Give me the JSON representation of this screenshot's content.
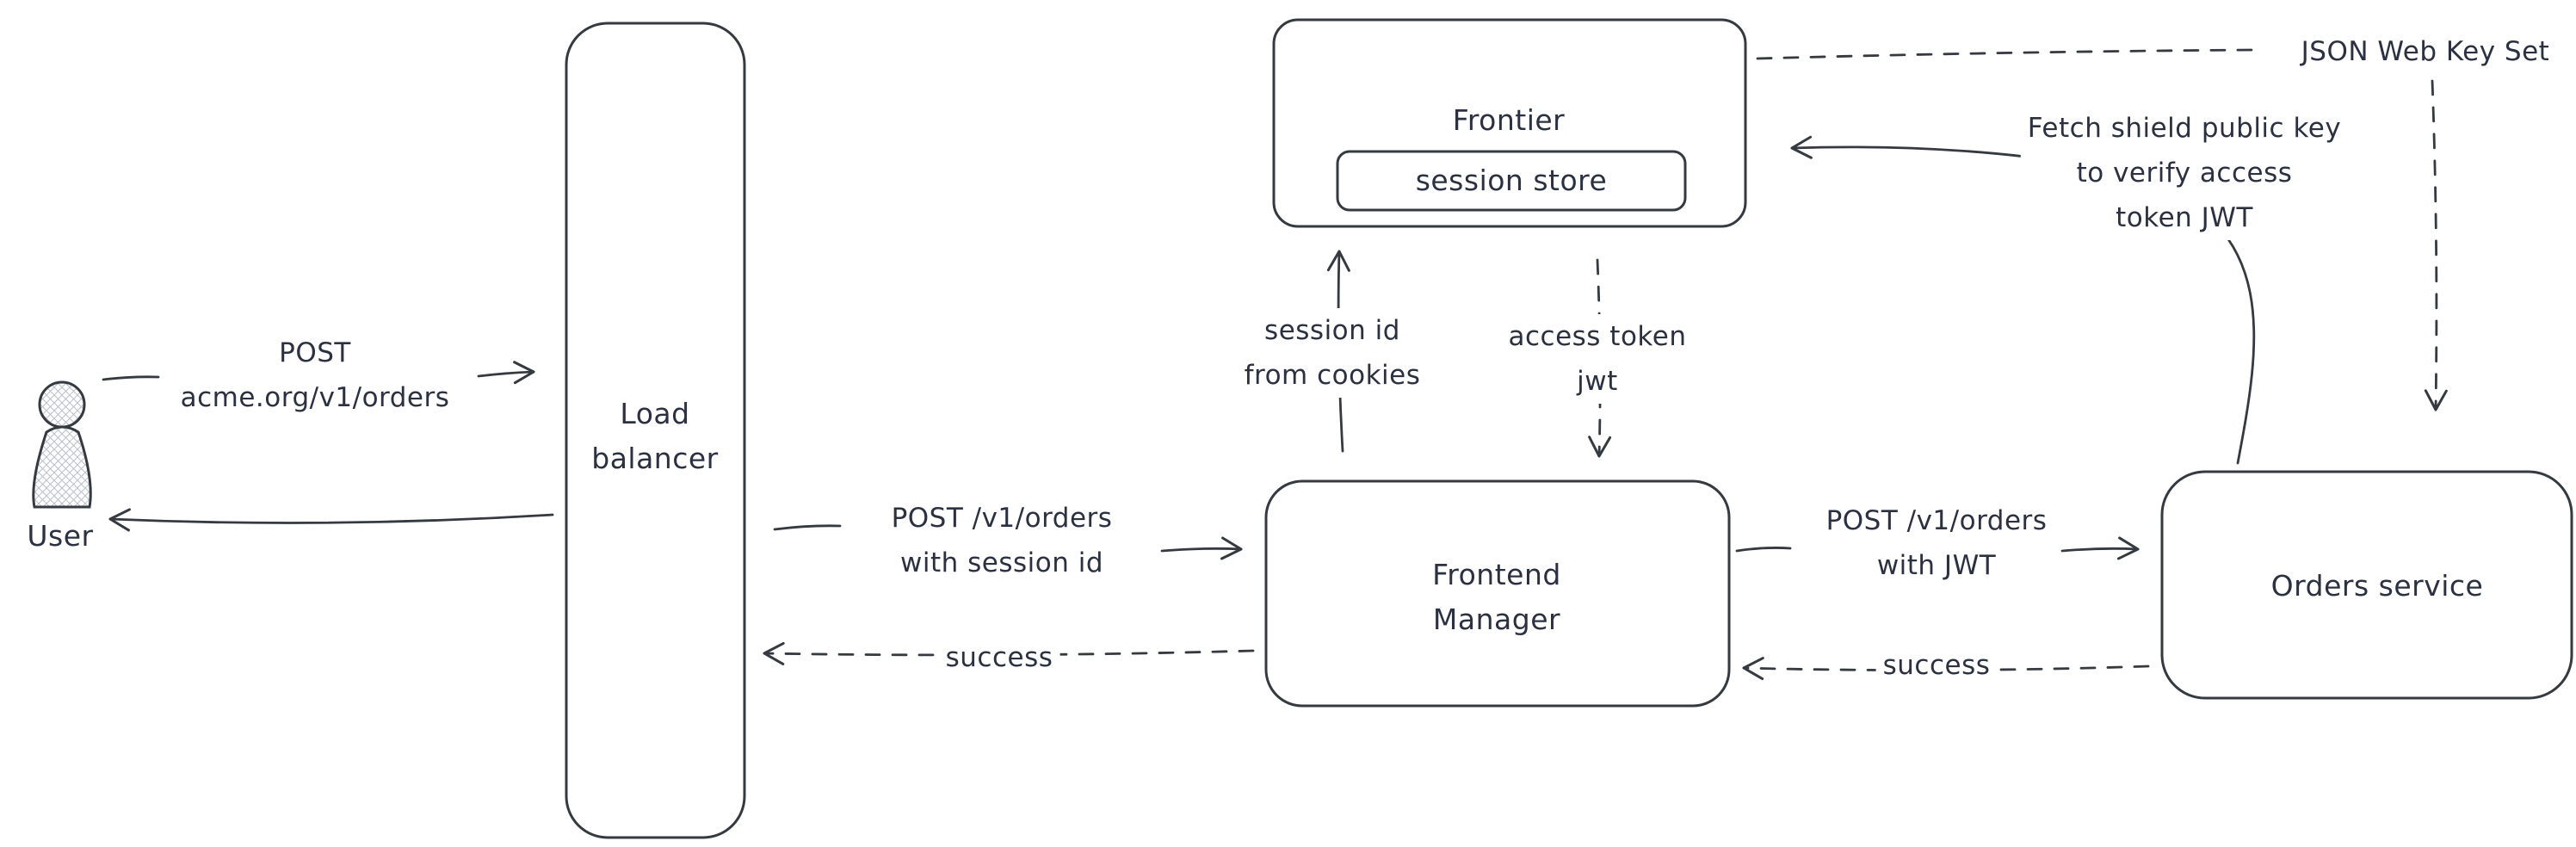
{
  "diagram": {
    "background": "#ffffff",
    "stroke_color": "#343a40",
    "text_color": "#2b3140",
    "nodes": {
      "user": {
        "label": "User"
      },
      "load_balancer": {
        "line1": "Load",
        "line2": "balancer"
      },
      "frontier": {
        "label": "Frontier",
        "session_store": "session store"
      },
      "frontend_manager": {
        "line1": "Frontend",
        "line2": "Manager"
      },
      "orders_service": {
        "label": "Orders service"
      }
    },
    "edges": {
      "user_to_lb": {
        "line1": "POST",
        "line2": "acme.org/v1/orders"
      },
      "lb_to_fm": {
        "line1": "POST /v1/orders",
        "line2": "with session id"
      },
      "fm_to_lb": {
        "label": "success"
      },
      "fm_to_frontier": {
        "line1": "session id",
        "line2": "from cookies"
      },
      "frontier_to_fm": {
        "line1": "access token",
        "line2": "jwt"
      },
      "fm_to_orders": {
        "line1": "POST /v1/orders",
        "line2": "with JWT"
      },
      "orders_to_fm": {
        "label": "success"
      },
      "jwks": {
        "label": "JSON Web Key Set"
      },
      "orders_to_frontier": {
        "line1": "Fetch shield public key",
        "line2": "to verify access",
        "line3": "token JWT"
      }
    }
  }
}
